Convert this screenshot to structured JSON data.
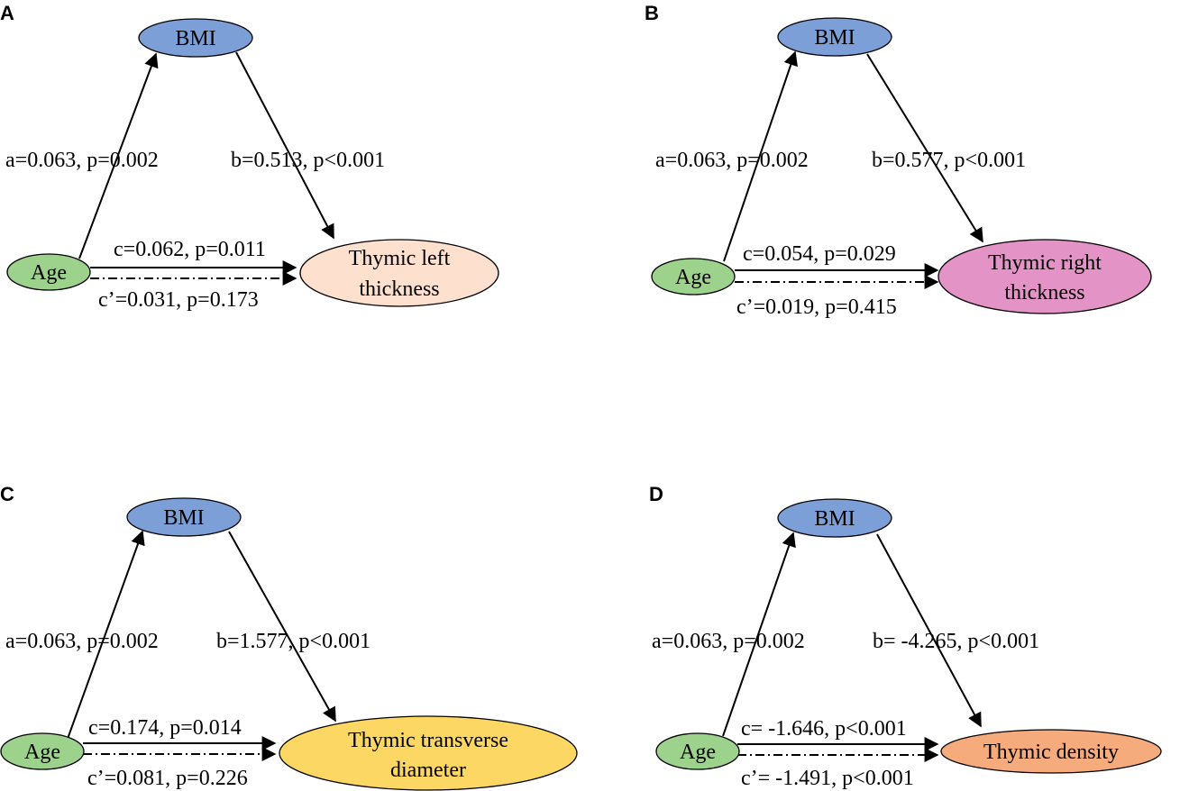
{
  "colors": {
    "bmi": "#7b9fd6",
    "age": "#9dd28c",
    "panel_a_outcome": "#fde0ce",
    "panel_b_outcome": "#e393c6",
    "panel_c_outcome": "#fdd764",
    "panel_d_outcome": "#f5ab7c"
  },
  "panels": [
    {
      "letter": "A",
      "mediator": "BMI",
      "predictor": "Age",
      "outcome_line1": "Thymic left",
      "outcome_line2": "thickness",
      "path_a": "a=0.063, p=0.002",
      "path_b": "b=0.513, p<0.001",
      "path_c": "c=0.062, p=0.011",
      "path_c_prime": "c’=0.031, p=0.173"
    },
    {
      "letter": "B",
      "mediator": "BMI",
      "predictor": "Age",
      "outcome_line1": "Thymic right",
      "outcome_line2": "thickness",
      "path_a": "a=0.063, p=0.002",
      "path_b": "b=0.577, p<0.001",
      "path_c": "c=0.054, p=0.029",
      "path_c_prime": "c’=0.019, p=0.415"
    },
    {
      "letter": "C",
      "mediator": "BMI",
      "predictor": "Age",
      "outcome_line1": "Thymic  transverse",
      "outcome_line2": "diameter",
      "path_a": "a=0.063, p=0.002",
      "path_b": "b=1.577, p<0.001",
      "path_c": "c=0.174, p=0.014",
      "path_c_prime": "c’=0.081, p=0.226"
    },
    {
      "letter": "D",
      "mediator": "BMI",
      "predictor": "Age",
      "outcome_line1": "Thymic density",
      "outcome_line2": "",
      "path_a": "a=0.063, p=0.002",
      "path_b": "b= -4.265, p<0.001",
      "path_c": "c= -1.646, p<0.001",
      "path_c_prime": "c’= -1.491, p<0.001"
    }
  ]
}
